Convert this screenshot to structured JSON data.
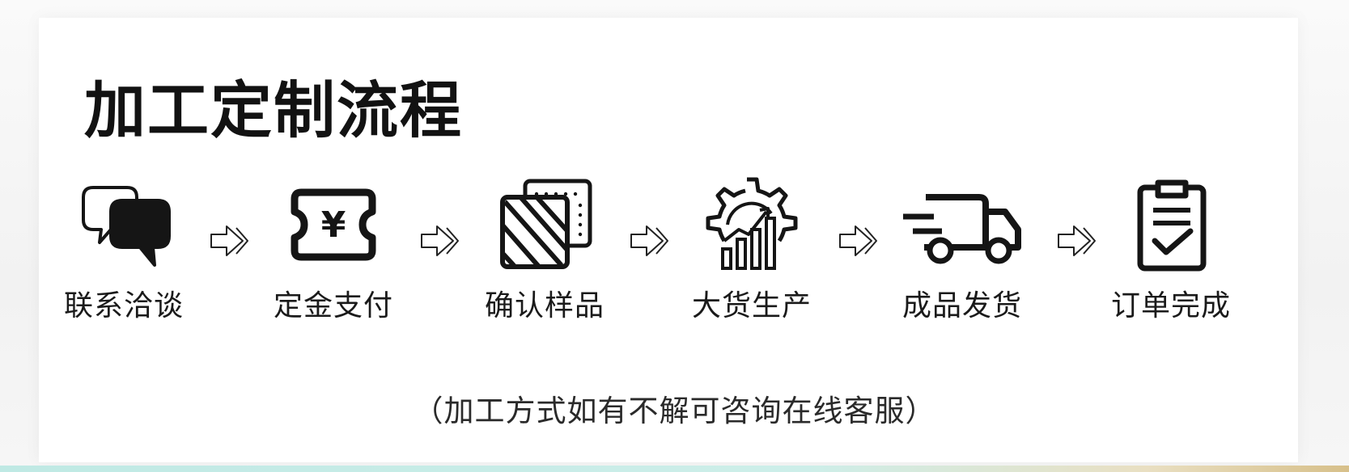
{
  "title": "加工定制流程",
  "steps": [
    {
      "label": "联系洽谈",
      "icon": "chat-bubbles-icon"
    },
    {
      "label": "定金支付",
      "icon": "yen-ticket-icon"
    },
    {
      "label": "确认样品",
      "icon": "sample-swatch-icon"
    },
    {
      "label": "大货生产",
      "icon": "gear-growth-icon"
    },
    {
      "label": "成品发货",
      "icon": "delivery-truck-icon"
    },
    {
      "label": "订单完成",
      "icon": "clipboard-check-icon"
    }
  ],
  "arrow_icon": "double-chevron-right-icon",
  "yen_symbol": "¥",
  "note": "（加工方式如有不解可咨询在线客服）",
  "colors": {
    "ink": "#151515",
    "background": "#ffffff",
    "accent_strip": "#bfe9e4"
  }
}
